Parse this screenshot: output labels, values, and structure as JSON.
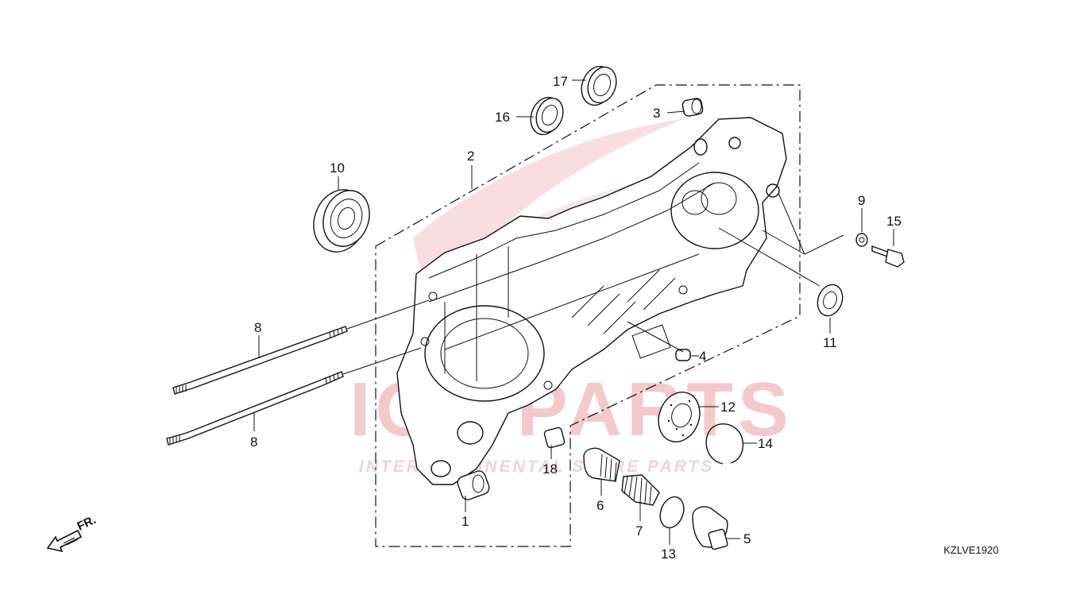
{
  "watermark": {
    "logo_text": "ICS PARTS",
    "tagline": "INTERCONTINENTAL SPARE PARTS"
  },
  "callouts": {
    "p1": "1",
    "p2": "2",
    "p3": "3",
    "p4": "4",
    "p5": "5",
    "p6": "6",
    "p7": "7",
    "p8a": "8",
    "p8b": "8",
    "p9": "9",
    "p10": "10",
    "p11": "11",
    "p12": "12",
    "p13": "13",
    "p14": "14",
    "p15": "15",
    "p16": "16",
    "p17": "17",
    "p18": "18"
  },
  "front_marker": "FR.",
  "diagram_code": "KZLVE1920"
}
